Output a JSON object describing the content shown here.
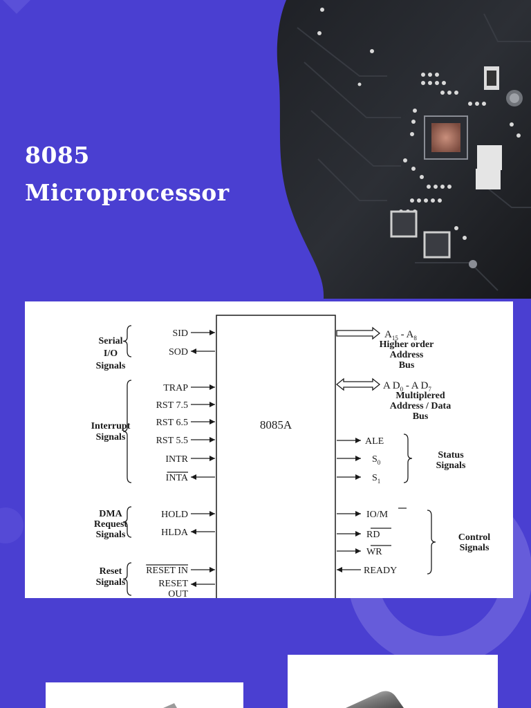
{
  "slide": {
    "title_line1": "8085",
    "title_line2": "Microprocessor"
  },
  "colors": {
    "background": "#4a3fd1",
    "title_text": "#ffffff",
    "diagram_ink": "#1a1a1a"
  },
  "icons": {
    "hero_image": "circuit-board-chip-photo",
    "bottom_left_image": "chip-photo-partial",
    "bottom_right_image": "chip-photo-partial"
  },
  "diagram": {
    "chip_label": "8085A",
    "left_groups": [
      {
        "group": "Serial I/O Signals",
        "lines": [
          "Serial",
          "I/O",
          "Signals"
        ],
        "pins": [
          {
            "label": "SID",
            "dir": "in"
          },
          {
            "label": "SOD",
            "dir": "out"
          }
        ]
      },
      {
        "group": "Interrupt Signals",
        "lines": [
          "Interrupt",
          "Signals"
        ],
        "pins": [
          {
            "label": "TRAP",
            "dir": "in"
          },
          {
            "label": "RST 7.5",
            "dir": "in"
          },
          {
            "label": "RST 6.5",
            "dir": "in"
          },
          {
            "label": "RST 5.5",
            "dir": "in"
          },
          {
            "label": "INTR",
            "dir": "in"
          },
          {
            "label": "INTA",
            "dir": "out",
            "overbar": true
          }
        ]
      },
      {
        "group": "DMA Request Signals",
        "lines": [
          "DMA",
          "Request",
          "Signals"
        ],
        "pins": [
          {
            "label": "HOLD",
            "dir": "in"
          },
          {
            "label": "HLDA",
            "dir": "out"
          }
        ]
      },
      {
        "group": "Reset Signals",
        "lines": [
          "Reset",
          "Signals"
        ],
        "pins": [
          {
            "label": "RESET IN",
            "dir": "in",
            "overbar": true
          },
          {
            "label": "RESET OUT",
            "lines": [
              "RESET",
              "OUT"
            ],
            "dir": "out"
          }
        ]
      }
    ],
    "right_groups": [
      {
        "group": "Higher order Address Bus",
        "pin": "A15 - A8",
        "pin_main": "A",
        "sub1": "15",
        "sep": " - A",
        "sub2": "8",
        "lines": [
          "Higher order",
          "Address",
          "Bus"
        ],
        "dir": "out-bus"
      },
      {
        "group": "Multiplered Address / Data Bus",
        "pin": "A D0 - A D7",
        "pin_main": "A D",
        "sub1": "0",
        "sep": " - A D",
        "sub2": "7",
        "lines": [
          "Multiplered",
          "Address / Data",
          "Bus"
        ],
        "dir": "bidir-bus"
      },
      {
        "group": "Status Signals",
        "lines": [
          "Status",
          "Signals"
        ],
        "pins": [
          {
            "label": "ALE",
            "dir": "out"
          },
          {
            "label": "S0",
            "main": "S",
            "sub": "0",
            "dir": "out"
          },
          {
            "label": "S1",
            "main": "S",
            "sub": "1",
            "dir": "out"
          }
        ]
      },
      {
        "group": "Control Signals",
        "lines": [
          "Control",
          "Signals"
        ],
        "pins": [
          {
            "label": "IO/M",
            "dir": "out"
          },
          {
            "label": "RD",
            "dir": "out",
            "overbar": true
          },
          {
            "label": "WR",
            "dir": "out",
            "overbar": true
          },
          {
            "label": "READY",
            "dir": "in"
          }
        ]
      }
    ]
  }
}
